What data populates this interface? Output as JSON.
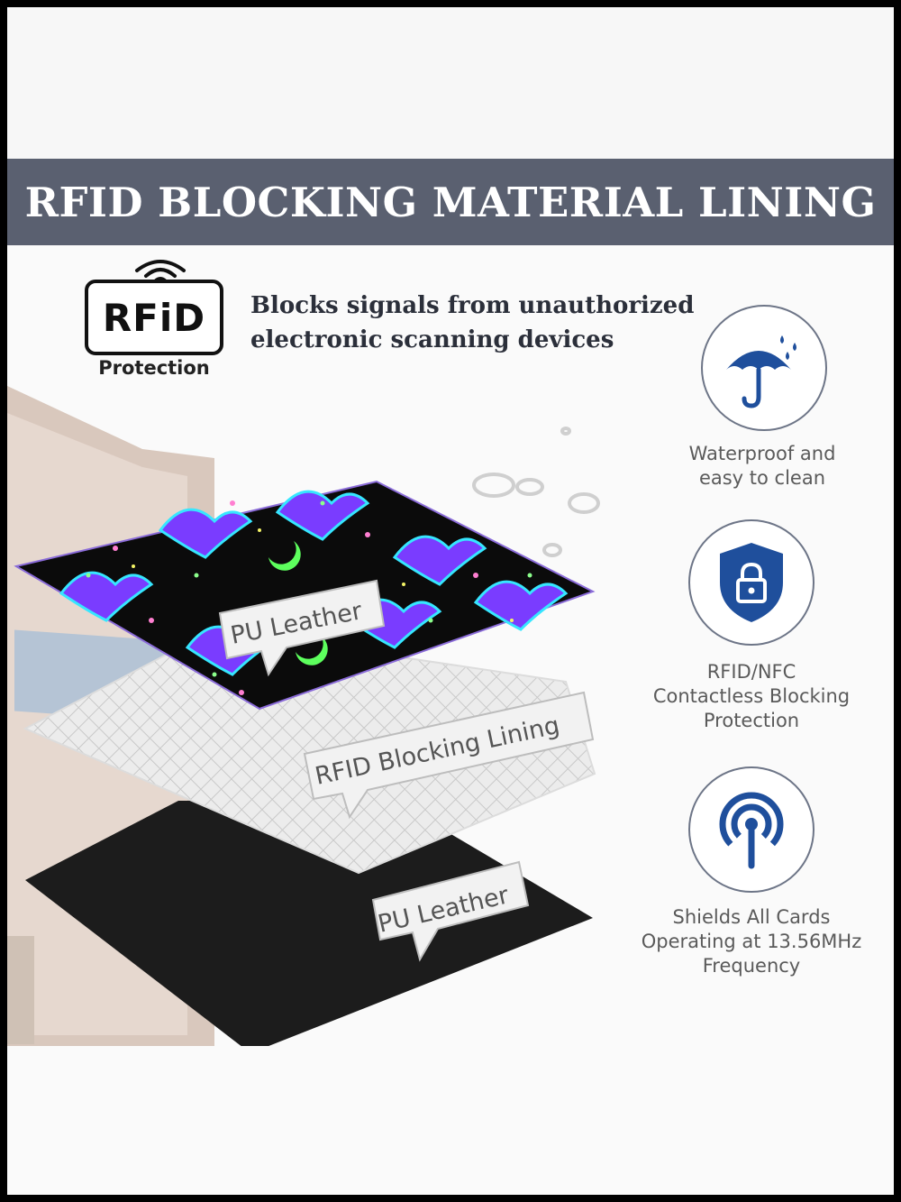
{
  "banner": {
    "title": "RFID BLOCKING MATERIAL LINING"
  },
  "badge": {
    "logo_text": "RFiD",
    "subtitle": "Protection"
  },
  "headline": {
    "line1": "Blocks signals from unauthorized",
    "line2": "electronic scanning devices"
  },
  "layers": {
    "top_label": "PU Leather",
    "middle_label": "RFID Blocking Lining",
    "bottom_label": "PU Leather"
  },
  "features": [
    {
      "icon": "umbrella-rain-icon",
      "line1": "Waterproof and",
      "line2": "easy to clean",
      "line3": ""
    },
    {
      "icon": "shield-lock-icon",
      "line1": "RFID/NFC",
      "line2": "Contactless Blocking",
      "line3": "Protection"
    },
    {
      "icon": "signal-antenna-icon",
      "line1": "Shields All Cards",
      "line2": "Operating at 13.56MHz",
      "line3": "Frequency"
    }
  ],
  "colors": {
    "banner": "#5a6070",
    "icon_blue": "#1f4f9c",
    "bat_purple": "#7a3cff",
    "accent_green": "#5dff5d"
  }
}
